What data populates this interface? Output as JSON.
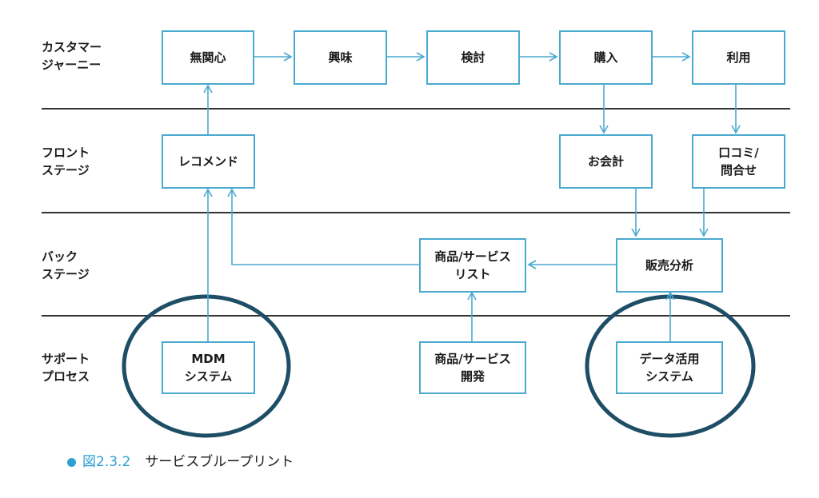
{
  "lanes": [
    {
      "line1": "カスタマー",
      "line2": "ジャーニー"
    },
    {
      "line1": "フロント",
      "line2": "ステージ"
    },
    {
      "line1": "バック",
      "line2": "ステージ"
    },
    {
      "line1": "サポート",
      "line2": "プロセス"
    }
  ],
  "journey": [
    {
      "label": "無関心"
    },
    {
      "label": "興味"
    },
    {
      "label": "検討"
    },
    {
      "label": "購入"
    },
    {
      "label": "利用"
    }
  ],
  "frontstage": {
    "recommend": {
      "line1": "レコメンド"
    },
    "checkout": {
      "line1": "お会計"
    },
    "review": {
      "line1": "口コミ/",
      "line2": "問合せ"
    }
  },
  "backstage": {
    "product_list": {
      "line1": "商品/サービス",
      "line2": "リスト"
    },
    "sales_analysis": {
      "line1": "販売分析"
    }
  },
  "support": {
    "mdm": {
      "line1": "MDM",
      "line2": "システム"
    },
    "product_dev": {
      "line1": "商品/サービス",
      "line2": "開発"
    },
    "data_system": {
      "line1": "データ活用",
      "line2": "システム"
    }
  },
  "caption": {
    "figure": "図2.3.2",
    "title": "サービスブループリント"
  },
  "colors": {
    "arrow": "#4aa9cf",
    "box_border": "#4aa9cf",
    "ellipse": "#1d4e66",
    "lane_line": "#333333",
    "caption_accent": "#2e9fd0"
  }
}
